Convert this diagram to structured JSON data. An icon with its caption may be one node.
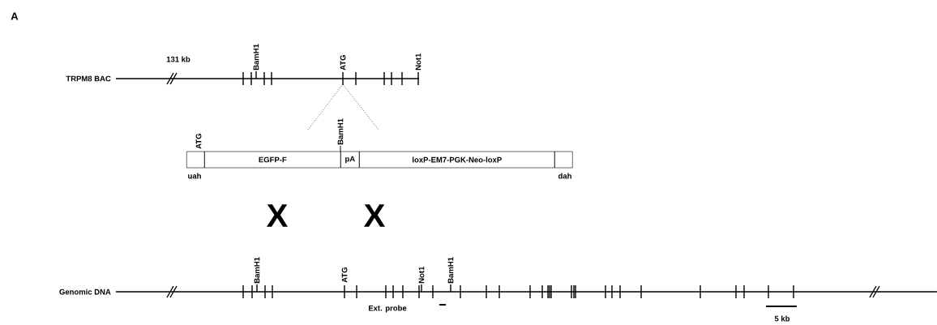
{
  "diagram": {
    "nodes": [
      {
        "text": [],
        "shape": "box",
        "beside": [
          "uah"
        ]
      },
      {
        "text": [
          "EGFP-F"
        ]
      },
      {
        "text": [
          "pA"
        ]
      },
      {
        "text": [
          "loxP-EM7-PGK-Neo-loxP"
        ]
      },
      {
        "text": [],
        "shape": "box",
        "beside": [
          "dah"
        ]
      }
    ],
    "labels": [
      "A",
      "TRPM8 BAC",
      "131 kb",
      "BamH1",
      "ATG",
      "Not1",
      "ATG",
      "BamH1",
      "X",
      "X",
      "Genomic DNA",
      "BamH1",
      "ATG",
      "Not1",
      "BamH1",
      "Ext. probe",
      "5 kb"
    ]
  }
}
